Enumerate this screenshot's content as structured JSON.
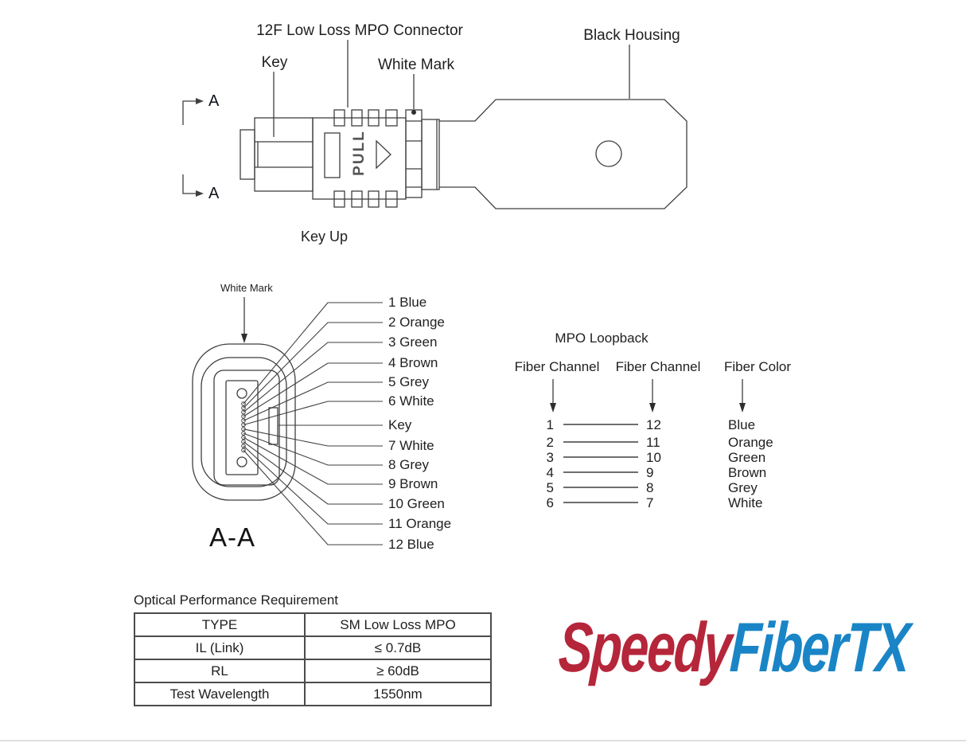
{
  "top_view": {
    "connector_label": "12F Low Loss MPO Connector",
    "key_label": "Key",
    "white_mark_label": "White Mark",
    "black_housing_label": "Black Housing",
    "section_marker": "A",
    "pull_text": "PULL",
    "caption": "Key Up"
  },
  "section_view": {
    "white_mark_label": "White Mark",
    "title": "A-A",
    "fiber_labels": [
      "1 Blue",
      "2 Orange",
      "3 Green",
      "4 Brown",
      "5 Grey",
      "6 White",
      "Key",
      "7 White",
      "8 Grey",
      "9 Brown",
      "10 Green",
      "11 Orange",
      "12 Blue"
    ]
  },
  "loopback": {
    "title": "MPO Loopback",
    "col1_header": "Fiber Channel",
    "col2_header": "Fiber Channel",
    "col3_header": "Fiber Color",
    "rows": [
      {
        "from": "1",
        "to": "12",
        "color": "Blue"
      },
      {
        "from": "2",
        "to": "11",
        "color": "Orange"
      },
      {
        "from": "3",
        "to": "10",
        "color": "Green"
      },
      {
        "from": "4",
        "to": "9",
        "color": "Brown"
      },
      {
        "from": "5",
        "to": "8",
        "color": "Grey"
      },
      {
        "from": "6",
        "to": "7",
        "color": "White"
      }
    ]
  },
  "performance_table": {
    "title": "Optical Performance Requirement",
    "rows": [
      {
        "label": "TYPE",
        "value": "SM Low Loss MPO"
      },
      {
        "label": "IL (Link)",
        "value": "≤ 0.7dB"
      },
      {
        "label": "RL",
        "value": "≥ 60dB"
      },
      {
        "label": "Test Wavelength",
        "value": "1550nm"
      }
    ]
  },
  "logo": {
    "part1": "Speedy",
    "part2": "FiberTX",
    "part1_color": "#b5263a",
    "part2_color": "#1a85c6"
  }
}
